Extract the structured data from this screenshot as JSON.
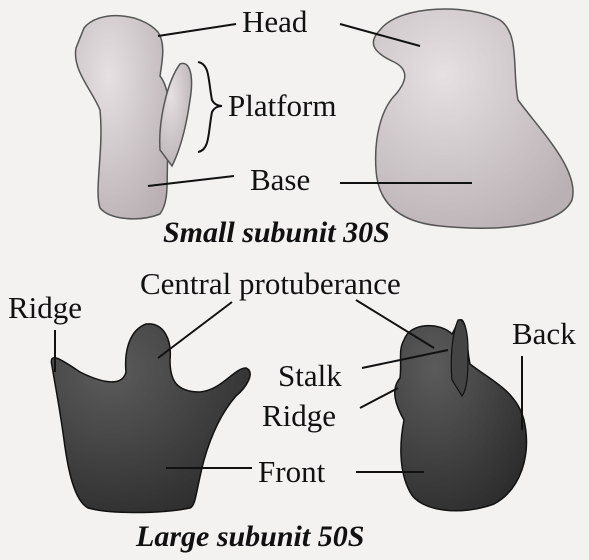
{
  "small_subunit": {
    "caption": "Small subunit 30S",
    "labels": {
      "head": "Head",
      "platform": "Platform",
      "base": "Base"
    }
  },
  "large_subunit": {
    "caption": "Large subunit 50S",
    "labels": {
      "central_protuberance": "Central protuberance",
      "ridge_left": "Ridge",
      "back": "Back",
      "stalk": "Stalk",
      "ridge_center": "Ridge",
      "front": "Front"
    }
  },
  "colors": {
    "small_fill": "#c9c2c4",
    "large_fill": "#3a3a3a",
    "line": "#111111"
  }
}
